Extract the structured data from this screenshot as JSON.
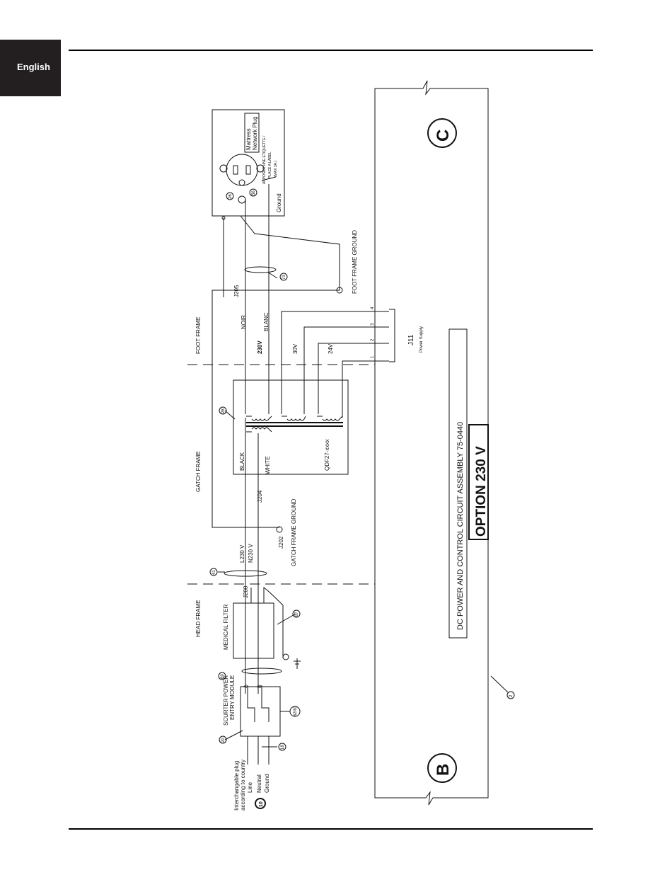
{
  "header": {
    "language_tab": "English"
  },
  "frames": {
    "head": "HEAD FRAME",
    "gatch": "GATCH FRAME",
    "foot": "FOOT FRAME"
  },
  "plug": {
    "title_line1": "Interchangable plug",
    "title_line2": "according to country",
    "line": "Line",
    "neutral": "Neutral",
    "ground": "Ground",
    "callout": "10"
  },
  "entry_module": {
    "line1": "SCURTER POWER",
    "line2": "ENTRY MODULE",
    "callout1": "20",
    "callout2": "18",
    "callout3": "62/63",
    "pin_a": "A",
    "pin_b": "B"
  },
  "filter": {
    "label": "MEDICAL FILTER",
    "callout": "67",
    "cable_callout": "69",
    "connector": "J200"
  },
  "cable41": {
    "callout": "41",
    "l_label": "L230 V",
    "n_label": "N230 V",
    "j202": "J202",
    "gatch_ground": "GATCH FRAME GROUND"
  },
  "transformer": {
    "callout": "28",
    "black": "BLACK",
    "white": "WHITE",
    "part": "QDF27-xxxx",
    "j204": "J204",
    "sec_230": "230V",
    "sec_30": "30V",
    "sec_24": "24V"
  },
  "j205": {
    "label": "J205",
    "noir": "NOIR",
    "blanc": "BLANC",
    "callout": "73",
    "foot_ground": "FOOT FRAME GROUND"
  },
  "j11": {
    "label": "J11",
    "sub": "Power Supply",
    "pins": [
      "1",
      "2",
      "3",
      "4"
    ]
  },
  "outlet": {
    "label_line1": "Mattress",
    "label_line2": "Network Plug",
    "sticker1": "APPOSER UNE ETIQUETTE /",
    "sticker2": "PLACE A LABEL",
    "sticker3": "(MAX 3A.)",
    "ground": "Ground",
    "callout1": "26",
    "callout2": "56"
  },
  "assembly": {
    "title": "DC POWER AND CONTROL CIRCUIT ASSEMBLY 75-0440",
    "option": "OPTION 230 V",
    "marker_b": "B",
    "marker_c": "C",
    "callout": "2"
  }
}
